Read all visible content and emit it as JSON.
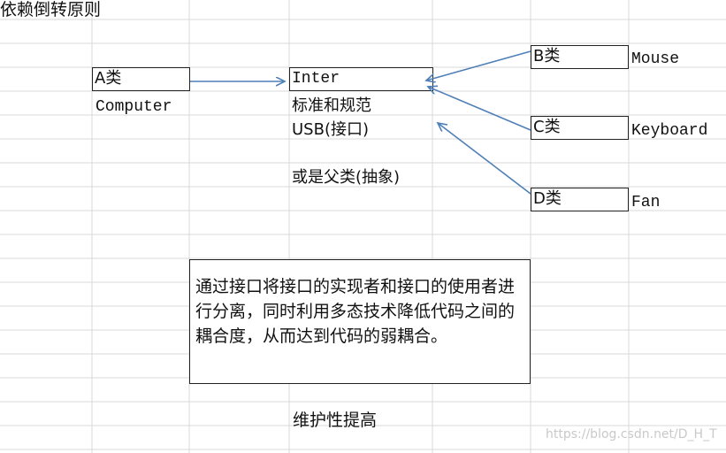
{
  "title": "依赖倒转原则",
  "box_a": {
    "label": "A类",
    "sub": "Computer"
  },
  "box_inter": {
    "label": "Inter",
    "lines": [
      "标准和规范",
      "USB(接口)",
      "或是父类(抽象)"
    ]
  },
  "box_b": {
    "label": "B类",
    "name": "Mouse"
  },
  "box_c": {
    "label": "C类",
    "name": "Keyboard"
  },
  "box_d": {
    "label": "D类",
    "name": "Fan"
  },
  "note": "通过接口将接口的实现者和接口的使用者进行分离，同时利用多态技术降低代码之间的耦合度，从而达到代码的弱耦合。",
  "footer": "维护性提高",
  "watermark": "https://blog.csdn.net/D_H_T",
  "colors": {
    "arrow": "#4f7fb8",
    "grid": "#d9d9d9"
  }
}
